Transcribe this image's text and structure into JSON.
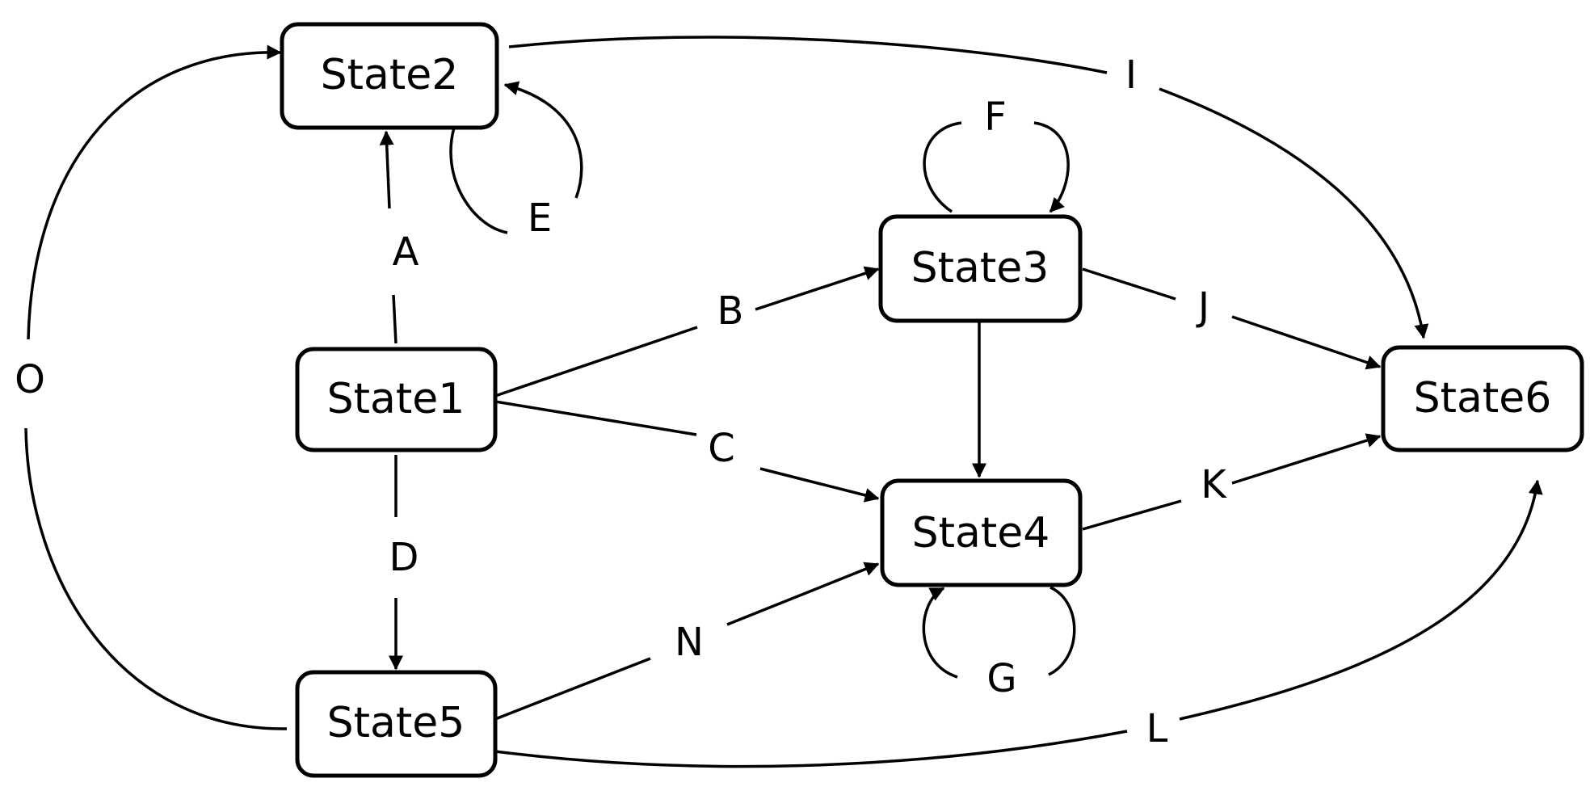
{
  "states": {
    "state1": "State1",
    "state2": "State2",
    "state3": "State3",
    "state4": "State4",
    "state5": "State5",
    "state6": "State6"
  },
  "transitions": {
    "a": "A",
    "b": "B",
    "c": "C",
    "d": "D",
    "e": "E",
    "f": "F",
    "g": "G",
    "i": "I",
    "j": "J",
    "k": "K",
    "l": "L",
    "n": "N",
    "o": "O"
  },
  "colors": {
    "stroke": "#000000",
    "background": "#ffffff"
  }
}
